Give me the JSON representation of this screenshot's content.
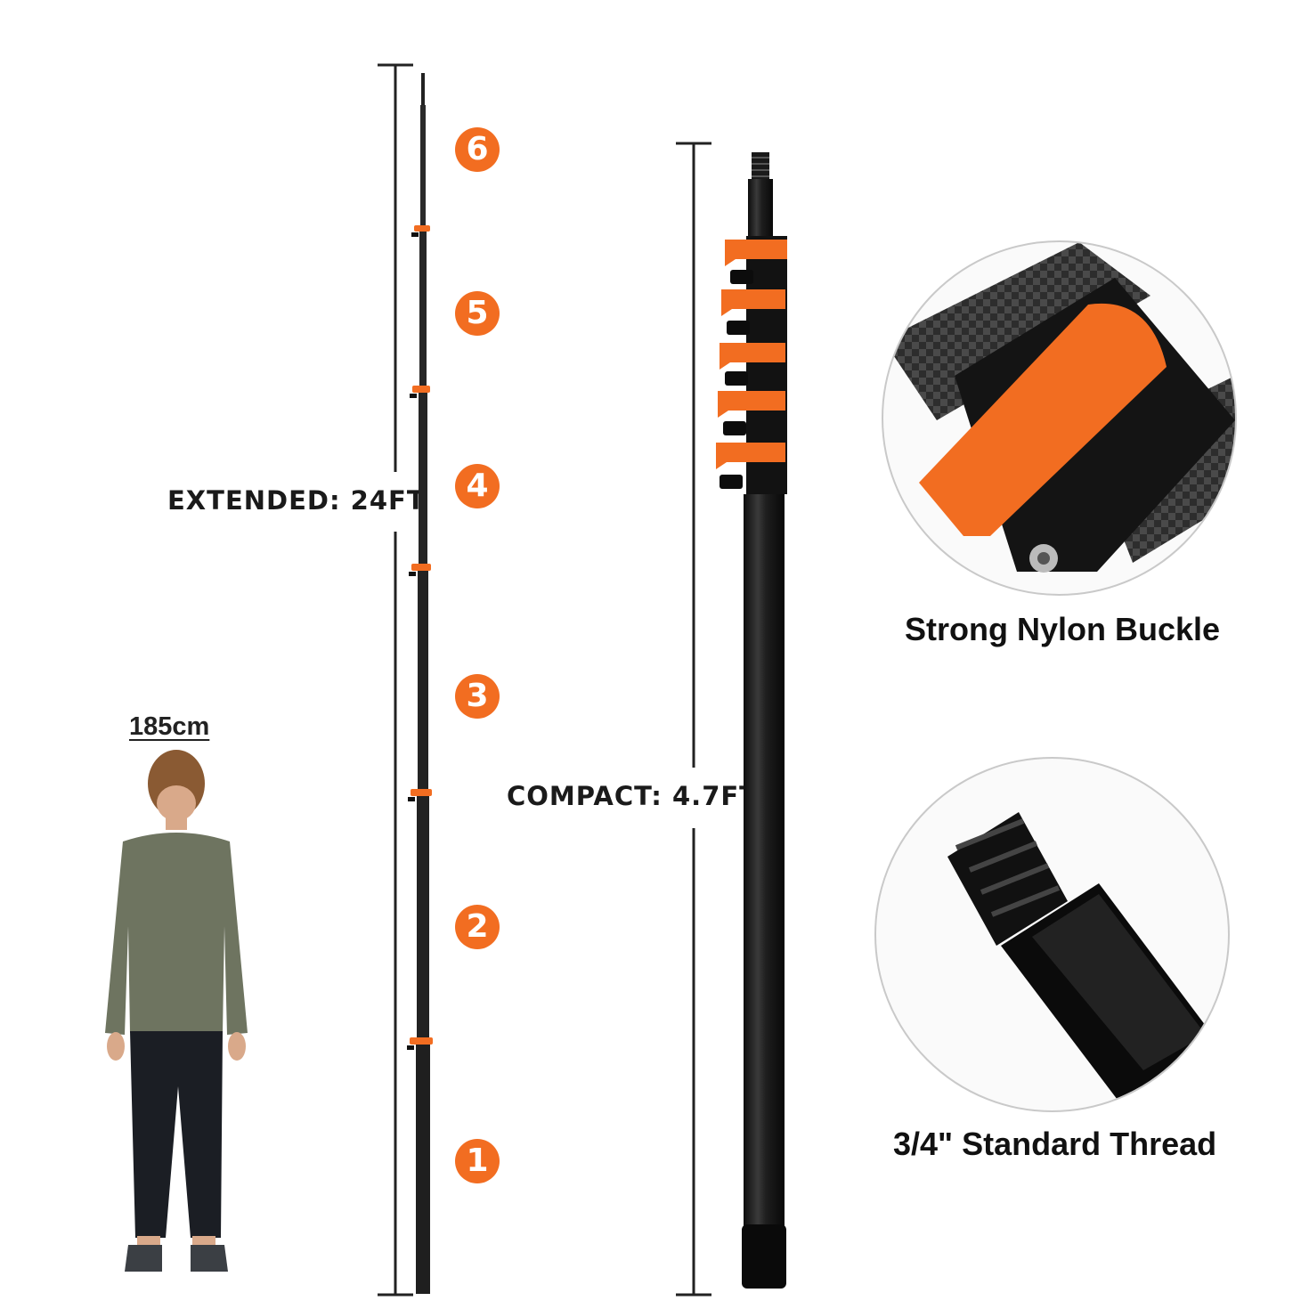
{
  "extended": {
    "label": "EXTENDED: 24FT"
  },
  "compact": {
    "label": "COMPACT: 4.7FT"
  },
  "person": {
    "height_label": "185cm"
  },
  "sections": [
    "6",
    "5",
    "4",
    "3",
    "2",
    "1"
  ],
  "features": {
    "buckle": {
      "label": "Strong Nylon Buckle"
    },
    "thread": {
      "label": "3/4\" Standard Thread"
    }
  },
  "colors": {
    "accent": "#f26d21",
    "pole": "#1b1b1b",
    "outline": "#c9c9c9"
  }
}
